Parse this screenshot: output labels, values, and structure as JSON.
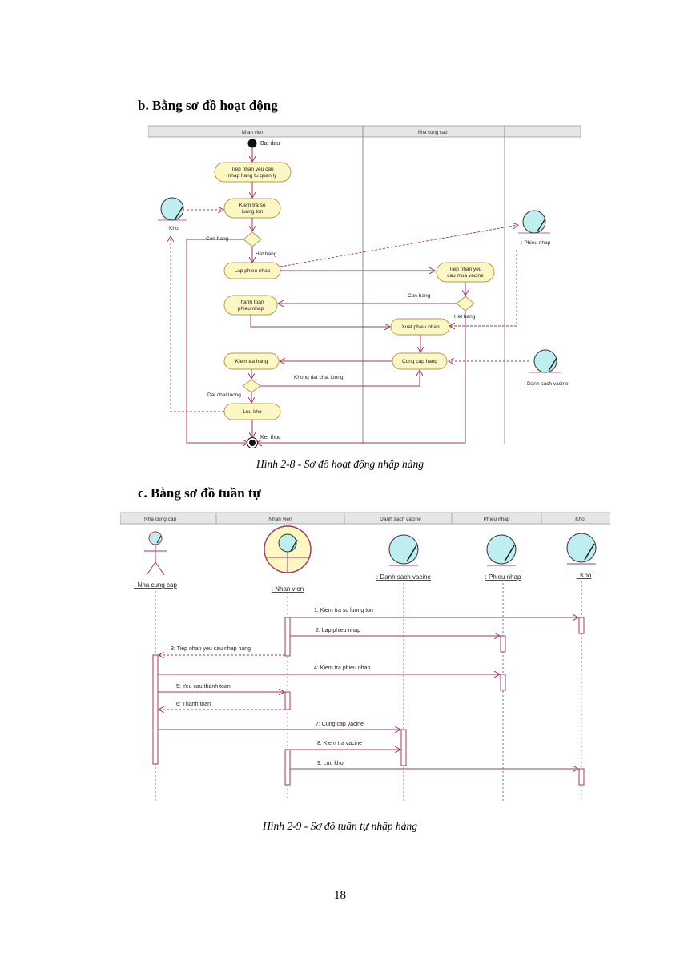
{
  "headings": {
    "activity": "b. Bằng sơ đồ hoạt động",
    "sequence": "c. Bằng sơ đồ tuần tự"
  },
  "captions": {
    "activity": "Hình 2-8 - Sơ đồ hoạt động nhập hàng",
    "sequence": "Hình 2-9 - Sơ đồ tuần tự nhập hàng"
  },
  "page_number": "18",
  "activity_diagram": {
    "swimlanes": [
      "Nhan vien",
      "Nha cung cap"
    ],
    "start_label": "Bat dau",
    "end_label": "Ket thuc",
    "activities": {
      "tiep_nhan_yc_l1": "Tiep nhan yeu cau",
      "tiep_nhan_yc_l2": "nhap hang tu quan ly",
      "kiem_tra_so_l1": "Kiem tra so",
      "kiem_tra_so_l2": "luong ton",
      "lap_phieu": "Lap phieu nhap",
      "thanh_toan_l1": "Thanh toan",
      "thanh_toan_l2": "phieu nhap",
      "kiem_tra_hang": "Kiem tra hang",
      "luu_kho": "Luu kho",
      "tiep_nhan_mua_l1": "Tiep nhan yeu",
      "tiep_nhan_mua_l2": "cau mua vacine",
      "xuat_phieu": "Xuat phieu nhap",
      "cung_cap_hang": "Cung cap hang"
    },
    "objects": {
      "kho": ": Kho",
      "phieu_nhap": ": Phieu nhap",
      "danh_sach": ": Danh sach vacine"
    },
    "guards": {
      "con_hang_1": "Con hang",
      "het_hang_1": "Het hang",
      "con_hang_2": "Con hang",
      "het_hang_2": "Het hang",
      "khong_dat": "Khong dat chat luong",
      "dat": "Dat chat luong"
    }
  },
  "sequence_diagram": {
    "header_cells": [
      "Nha cung cap",
      "Nhan vien",
      "Danh sach vacine",
      "Phieu nhap",
      "Kho"
    ],
    "lifelines": [
      ": Nha cung cap",
      ": Nhan vien",
      ": Danh sach vacine",
      ": Phieu nhap",
      ": Kho"
    ],
    "messages": [
      "1: Kiem tra so luong ton",
      "2: Lap phieu nhap",
      "3: Tiep nhan yeu cau nhap hang",
      "4: Kiem tra phieu nhap",
      "5: Yeu cau thanh toan",
      "6: Thanh toan",
      "7: Cung cap vacine",
      "8: Kiem tra vacine",
      "9: Luu kho"
    ]
  },
  "colors": {
    "line": "#a8375f",
    "node_fill": "#fdf7c4",
    "node_stroke": "#b89a50",
    "object_fill": "#bfeef0",
    "lane_line": "#8e8e8e",
    "header_fill": "#e4e4e4"
  }
}
